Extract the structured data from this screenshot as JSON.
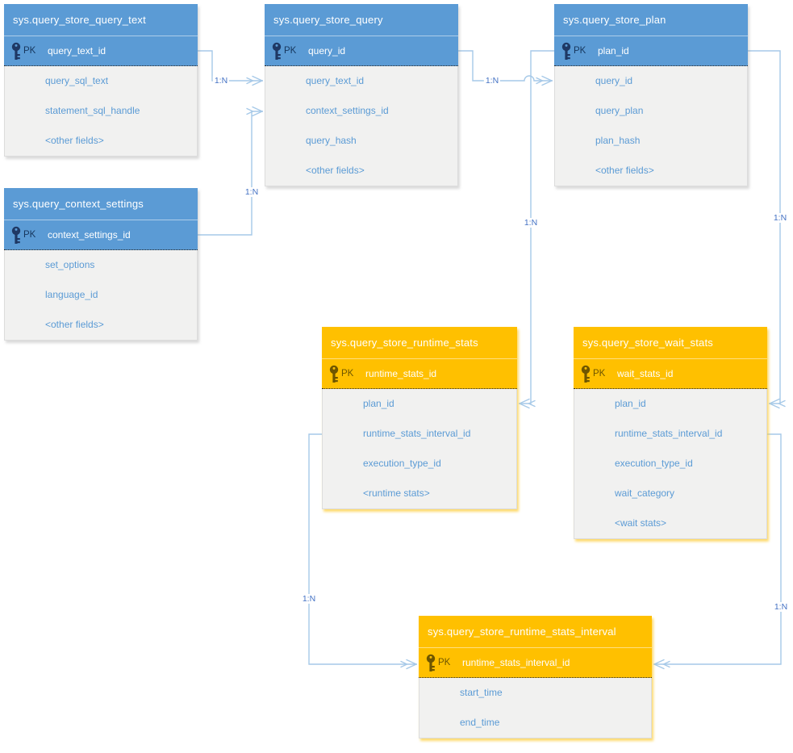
{
  "diagram": {
    "pk_label": "PK",
    "colors": {
      "header_blue": "#5B9BD5",
      "header_orange": "#FFC000",
      "body_background": "#F1F1F0",
      "field_text": "#5B9BD5",
      "connector_line": "#A6C9E8",
      "cardinality_text": "#4472C4"
    },
    "tables": [
      {
        "title": "sys.query_store_query_text",
        "theme": "blue",
        "pk_field": "query_text_id",
        "fields": [
          "query_sql_text",
          "statement_sql_handle",
          "<other fields>"
        ]
      },
      {
        "title": "sys.query_store_query",
        "theme": "blue",
        "pk_field": "query_id",
        "fields": [
          "query_text_id",
          "context_settings_id",
          "query_hash",
          "<other fields>"
        ]
      },
      {
        "title": "sys.query_store_plan",
        "theme": "blue",
        "pk_field": "plan_id",
        "fields": [
          "query_id",
          "query_plan",
          "plan_hash",
          "<other fields>"
        ]
      },
      {
        "title": "sys.query_context_settings",
        "theme": "blue",
        "pk_field": "context_settings_id",
        "fields": [
          "set_options",
          "language_id",
          "<other fields>"
        ]
      },
      {
        "title": "sys.query_store_runtime_stats",
        "theme": "orange",
        "pk_field": "runtime_stats_id",
        "fields": [
          "plan_id",
          "runtime_stats_interval_id",
          "execution_type_id",
          "<runtime stats>"
        ]
      },
      {
        "title": "sys.query_store_wait_stats",
        "theme": "orange",
        "pk_field": "wait_stats_id",
        "fields": [
          "plan_id",
          "runtime_stats_interval_id",
          "execution_type_id",
          "wait_category",
          "<wait stats>"
        ]
      },
      {
        "title": "sys.query_store_runtime_stats_interval",
        "theme": "orange",
        "pk_field": "runtime_stats_interval_id",
        "fields": [
          "start_time",
          "end_time"
        ]
      }
    ],
    "connectors": [
      {
        "label": "1:N",
        "from": "sys.query_store_query_text.query_text_id",
        "to": "sys.query_store_query.query_text_id"
      },
      {
        "label": "1:N",
        "from": "sys.query_context_settings.context_settings_id",
        "to": "sys.query_store_query.context_settings_id"
      },
      {
        "label": "1:N",
        "from": "sys.query_store_query.query_id",
        "to": "sys.query_store_plan.query_id"
      },
      {
        "label": "1:N",
        "from": "sys.query_store_plan.plan_id",
        "to": "sys.query_store_runtime_stats.plan_id"
      },
      {
        "label": "1:N",
        "from": "sys.query_store_plan.plan_id",
        "to": "sys.query_store_wait_stats.plan_id"
      },
      {
        "label": "1:N",
        "from": "sys.query_store_runtime_stats.runtime_stats_interval_id",
        "to": "sys.query_store_runtime_stats_interval.runtime_stats_interval_id"
      },
      {
        "label": "1:N",
        "from": "sys.query_store_wait_stats.runtime_stats_interval_id",
        "to": "sys.query_store_runtime_stats_interval.runtime_stats_interval_id"
      }
    ]
  }
}
